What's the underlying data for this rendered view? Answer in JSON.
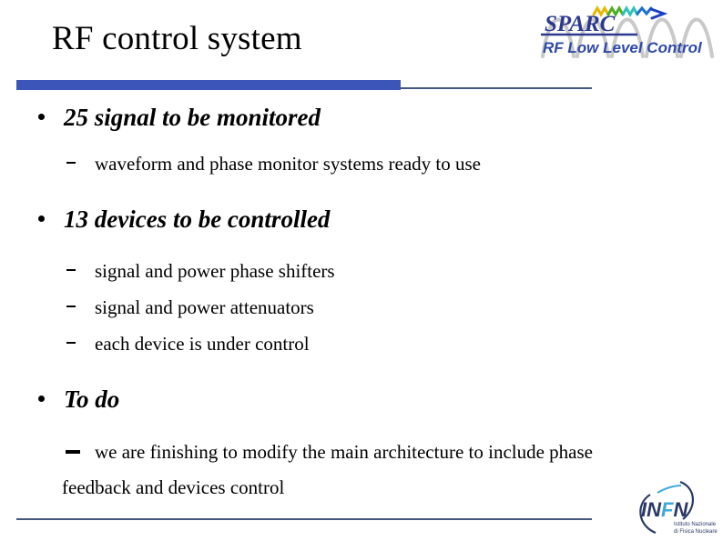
{
  "slide": {
    "title": "RF control system"
  },
  "brand": {
    "sparc": {
      "name": "SPARC",
      "tagline": "RF Low Level Control",
      "wave_color": "#c9c9c9",
      "text_color": "#2b3a8f",
      "tagline_color": "#2f49a8",
      "zigzag_colors": [
        "#e8b600",
        "#4caf21",
        "#2fc1b8",
        "#1e6fd0",
        "#1a3fc4"
      ]
    },
    "infn": {
      "acronym_i": "I",
      "acronym_n": "N",
      "acronym_f": "F",
      "acronym_n2": "N",
      "line1": "Istituto Nazionale",
      "line2": "di Fisica Nucleare",
      "dark_color": "#2a3a66",
      "accent_color": "#3fa9dc"
    }
  },
  "decor": {
    "title_bar_color": "#3c55b8",
    "rule_color": "#45577f"
  },
  "body": {
    "sections": [
      {
        "heading": "25 signal to be monitored",
        "items": [
          "waveform and phase monitor systems ready to use"
        ]
      },
      {
        "heading": "13 devices to be controlled",
        "items": [
          "signal and power phase shifters",
          "signal and power attenuators",
          "each device is under control"
        ]
      },
      {
        "heading": "To do",
        "items": [
          "we are finishing to modify the main architecture to include phase feedback and devices control"
        ]
      }
    ]
  }
}
